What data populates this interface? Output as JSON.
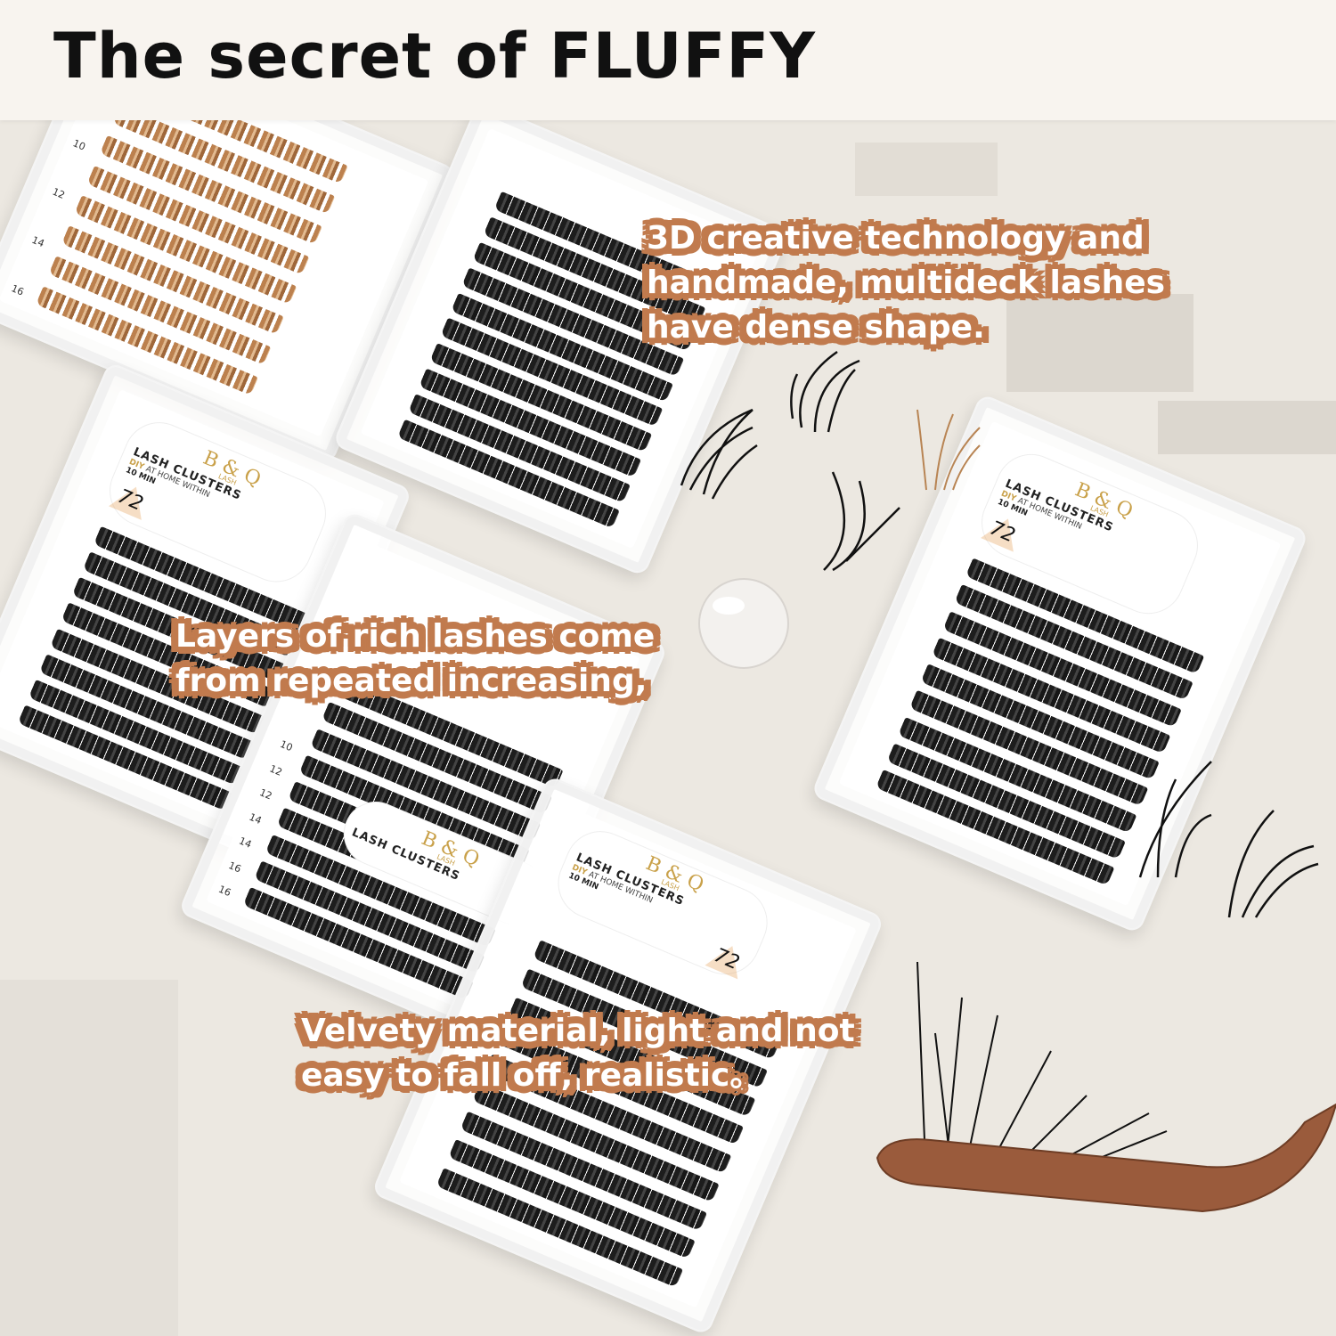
{
  "header": {
    "title": "The secret of FLUFFY"
  },
  "captions": [
    {
      "lines": [
        "3D creative technology and",
        "handmade, multideck lashes",
        "have dense shape."
      ]
    },
    {
      "lines": [
        "Layers of rich lashes come",
        "from repeated increasing,"
      ]
    },
    {
      "lines": [
        "Velvety material, light and not",
        "easy to fall off, realistic。"
      ]
    }
  ],
  "package_label": {
    "brand": "B & Q",
    "sub": "LASH",
    "product": "LASH CLUSTERS",
    "diy": "DIY",
    "diy_rest": "AT HOME WITHIN",
    "time": "10 MIN",
    "count": "72"
  },
  "lengths": [
    "10",
    "10",
    "12",
    "12",
    "14",
    "14",
    "16",
    "16"
  ],
  "colors": {
    "caption_outline": "#c17b4e",
    "brand_gold": "#c9a14a",
    "header_bg": "#f8f4ef",
    "background": "#ece8e1"
  }
}
